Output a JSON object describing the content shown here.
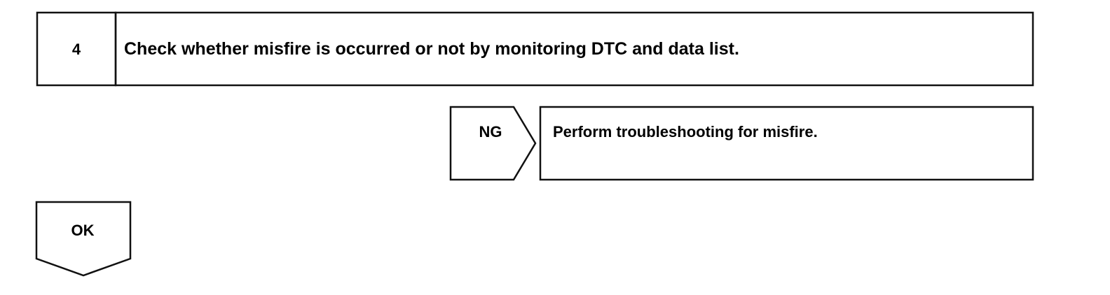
{
  "step": {
    "number": "4",
    "instruction": "Check whether misfire is occurred or not by monitoring DTC and data list."
  },
  "ng_branch": {
    "label": "NG",
    "action": "Perform troubleshooting for misfire."
  },
  "ok_branch": {
    "label": "OK"
  }
}
